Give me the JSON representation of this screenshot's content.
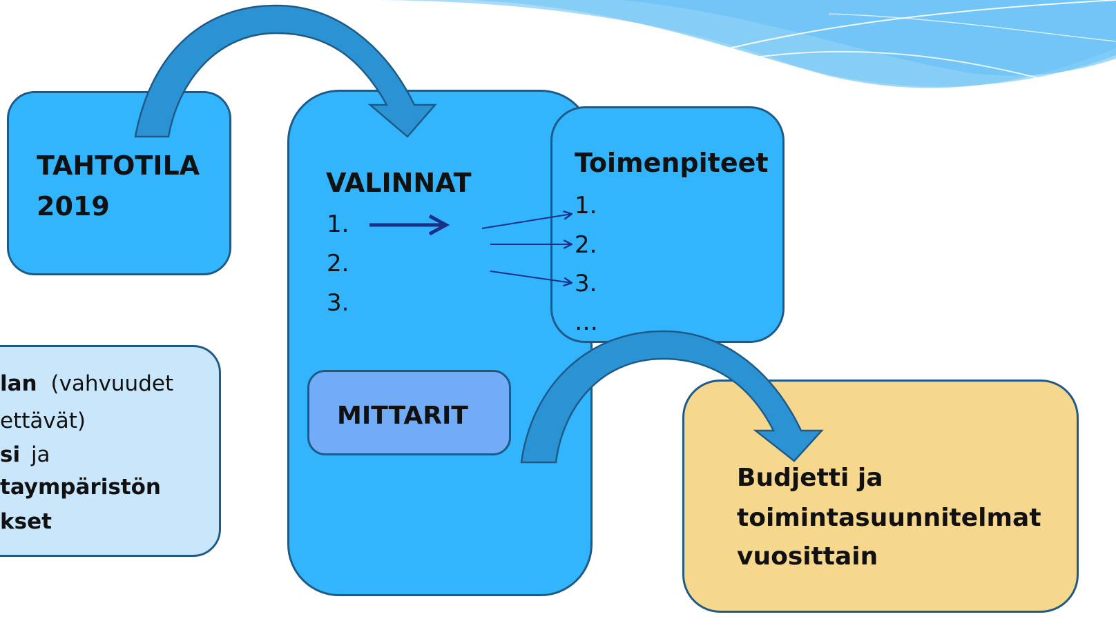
{
  "tahtotila": {
    "line1": "TAHTOTILA",
    "line2": "2019"
  },
  "analysis": {
    "line1_bold": "lan",
    "line1_rest": "(vahvuudet",
    "line2": "ettävät)",
    "line3_bold": "si",
    "line3_rest": "ja",
    "line4": "taympäristön",
    "line5": "kset"
  },
  "valinnat": {
    "title": "VALINNAT",
    "items": [
      "1.",
      "2.",
      "3."
    ]
  },
  "mittarit": {
    "label": "MITTARIT"
  },
  "toimenpiteet": {
    "title": "Toimenpiteet",
    "items": [
      "1.",
      "2.",
      "3.",
      "…"
    ]
  },
  "budjetti": {
    "line1": "Budjetti ja",
    "line2": "toimintasuunnitelmat",
    "line3": "vuosittain"
  },
  "colors": {
    "box_blue": "#33b5fe",
    "box_border": "#1f5a86",
    "light_blue": "#c9e6fa",
    "mittarit_blue": "#73acf6",
    "budget_yellow": "#f6d78e",
    "arrow_fill": "#2b93d3",
    "arrow_dark": "#1a2f86"
  }
}
